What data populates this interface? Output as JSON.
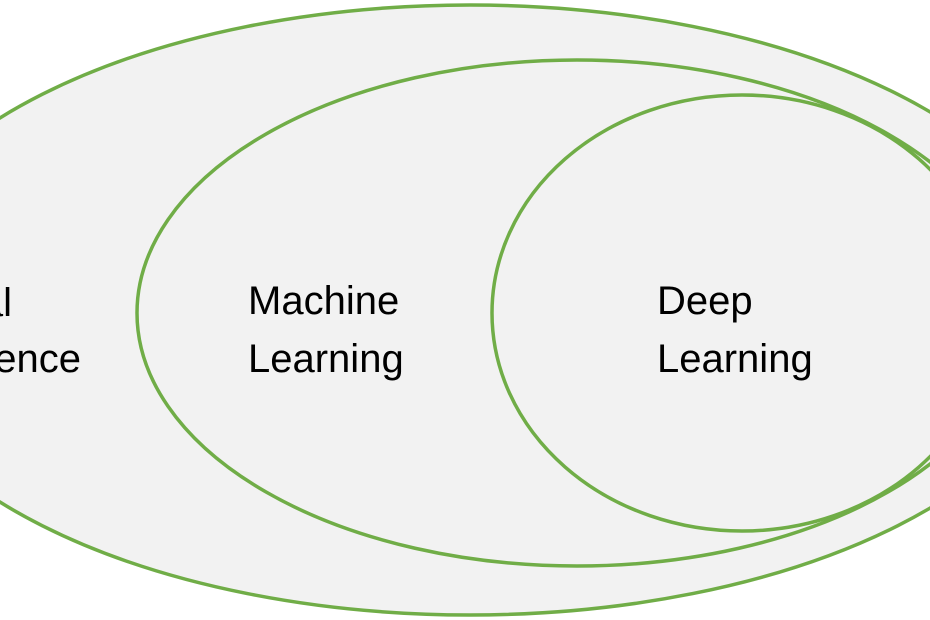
{
  "diagram": {
    "type": "nested-sets",
    "regions": [
      {
        "id": "ai",
        "label_lines": [
          "ial",
          "gence"
        ]
      },
      {
        "id": "ml",
        "label_lines": [
          "Machine",
          "Learning"
        ]
      },
      {
        "id": "dl",
        "label_lines": [
          "Deep",
          "Learning"
        ]
      }
    ]
  },
  "colors": {
    "outline": "#70ad47",
    "fill": "#f2f2f2",
    "text": "#000000",
    "background": "#ffffff"
  }
}
